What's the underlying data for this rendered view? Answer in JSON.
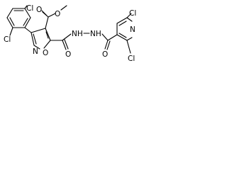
{
  "molecule": {
    "atom_labels": {
      "cl_ortho_top": "Cl",
      "cl_ortho_left": "Cl",
      "ester_o_carbonyl": "O",
      "ester_o_methoxy": "O",
      "ring_n": "N",
      "ring_o": "O",
      "amide_o_left": "O",
      "hydrazide_nh_left": "NH",
      "hydrazide_nh_right": "NH",
      "amide_o_right": "O",
      "pyridine_cl_top": "Cl",
      "pyridine_n": "N",
      "pyridine_cl_bottom": "Cl"
    }
  }
}
